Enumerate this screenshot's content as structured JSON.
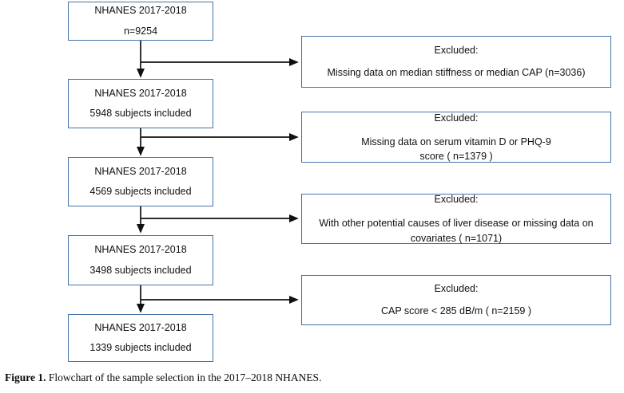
{
  "figure": {
    "caption_label": "Figure 1.",
    "caption_text": " Flowchart of the sample selection in the 2017–2018 NHANES.",
    "border_color": "#4472a8",
    "arrow_color": "#101010"
  },
  "flow": {
    "main_nodes": [
      {
        "id": "node-baseline",
        "line1": "NHANES 2017-2018",
        "line2": "n=9254"
      },
      {
        "id": "node-5948",
        "line1": "NHANES 2017-2018",
        "line2": "5948 subjects included"
      },
      {
        "id": "node-4569",
        "line1": "NHANES 2017-2018",
        "line2": "4569 subjects included"
      },
      {
        "id": "node-3498",
        "line1": "NHANES 2017-2018",
        "line2": "3498 subjects included"
      },
      {
        "id": "node-1339",
        "line1": "NHANES 2017-2018",
        "line2": "1339 subjects included"
      }
    ],
    "excluded_nodes": [
      {
        "id": "excluded-1",
        "line1": "Excluded:",
        "line2": "Missing data on median stiffness or median CAP (n=3036)"
      },
      {
        "id": "excluded-2",
        "line1": "Excluded:",
        "line2": "Missing data on serum vitamin D or PHQ-9 score ( n=1379 )"
      },
      {
        "id": "excluded-3",
        "line1": "Excluded:",
        "line2": "With other potential causes of liver disease or missing data on covariates ( n=1071)"
      },
      {
        "id": "excluded-4",
        "line1": "Excluded:",
        "line2": "CAP score < 285 dB/m ( n=2159 )"
      }
    ]
  }
}
